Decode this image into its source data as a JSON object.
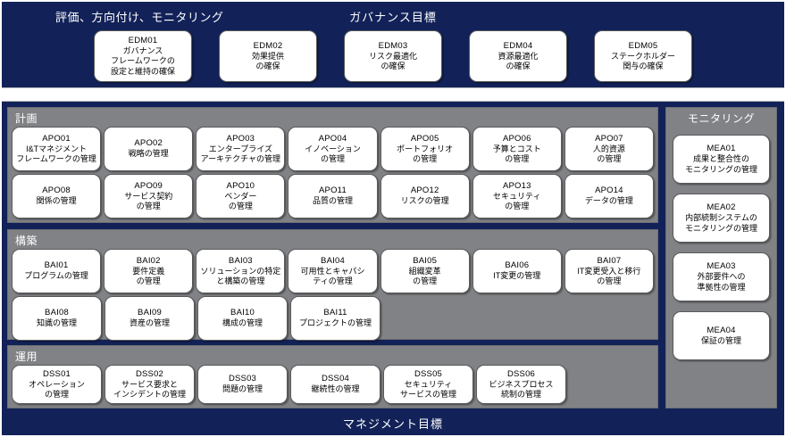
{
  "governance": {
    "caption": "評価、方向付け、モニタリング",
    "title": "ガバナンス目標",
    "processes": [
      {
        "code": "EDM01",
        "name": "ガバナンス\nフレームワークの\n設定と維持の確保"
      },
      {
        "code": "EDM02",
        "name": "効果提供\nの確保"
      },
      {
        "code": "EDM03",
        "name": "リスク最適化\nの確保"
      },
      {
        "code": "EDM04",
        "name": "資源最適化\nの確保"
      },
      {
        "code": "EDM05",
        "name": "ステークホルダー\n関与の確保"
      }
    ]
  },
  "management": {
    "title": "マネジメント目標",
    "domains": [
      {
        "key": "apo",
        "label": "計画",
        "rows": [
          [
            {
              "code": "APO01",
              "name": "I&Tマネジメント\nフレームワークの管理"
            },
            {
              "code": "APO02",
              "name": "戦略の管理"
            },
            {
              "code": "APO03",
              "name": "エンタープライズ\nアーキテクチャの管理"
            },
            {
              "code": "APO04",
              "name": "イノベーション\nの管理"
            },
            {
              "code": "APO05",
              "name": "ポートフォリオ\nの管理"
            },
            {
              "code": "APO06",
              "name": "予算とコスト\nの管理"
            },
            {
              "code": "APO07",
              "name": "人的資源\nの管理"
            }
          ],
          [
            {
              "code": "APO08",
              "name": "関係の管理"
            },
            {
              "code": "APO09",
              "name": "サービス契約\nの管理"
            },
            {
              "code": "APO10",
              "name": "ベンダー\nの管理"
            },
            {
              "code": "APO11",
              "name": "品質の管理"
            },
            {
              "code": "APO12",
              "name": "リスクの管理"
            },
            {
              "code": "APO13",
              "name": "セキュリティ\nの管理"
            },
            {
              "code": "APO14",
              "name": "データの管理"
            }
          ]
        ]
      },
      {
        "key": "bai",
        "label": "構築",
        "rows": [
          [
            {
              "code": "BAI01",
              "name": "プログラムの管理"
            },
            {
              "code": "BAI02",
              "name": "要件定義\nの管理"
            },
            {
              "code": "BAI03",
              "name": "ソリューションの特定\nと構築の管理"
            },
            {
              "code": "BAI04",
              "name": "可用性とキャパシ\nティの管理"
            },
            {
              "code": "BAI05",
              "name": "組織変革\nの管理"
            },
            {
              "code": "BAI06",
              "name": "IT変更の管理"
            },
            {
              "code": "BAI07",
              "name": "IT変更受入と移行\nの管理"
            }
          ],
          [
            {
              "code": "BAI08",
              "name": "知識の管理"
            },
            {
              "code": "BAI09",
              "name": "資産の管理"
            },
            {
              "code": "BAI10",
              "name": "構成の管理"
            },
            {
              "code": "BAI11",
              "name": "プロジェクトの管理"
            }
          ]
        ]
      },
      {
        "key": "dss",
        "label": "運用",
        "rows": [
          [
            {
              "code": "DSS01",
              "name": "オペレーション\nの管理"
            },
            {
              "code": "DSS02",
              "name": "サービス要求と\nインシデントの管理"
            },
            {
              "code": "DSS03",
              "name": "問題の管理"
            },
            {
              "code": "DSS04",
              "name": "継続性の管理"
            },
            {
              "code": "DSS05",
              "name": "セキュリティ\nサービスの管理"
            },
            {
              "code": "DSS06",
              "name": "ビジネスプロセス\n統制の管理"
            }
          ]
        ]
      }
    ],
    "monitoring": {
      "key": "mea",
      "label": "モニタリング",
      "processes": [
        {
          "code": "MEA01",
          "name": "成果と整合性の\nモニタリングの管理"
        },
        {
          "code": "MEA02",
          "name": "内部統制システムの\nモニタリングの管理"
        },
        {
          "code": "MEA03",
          "name": "外部要件への\n準拠性の管理"
        },
        {
          "code": "MEA04",
          "name": "保証の管理"
        }
      ]
    }
  },
  "colors": {
    "navy": "#122258",
    "grey_panel": "#808285",
    "box_fill": "#ffffff",
    "box_border": "#58595b",
    "text_on_navy": "#ffffff"
  }
}
